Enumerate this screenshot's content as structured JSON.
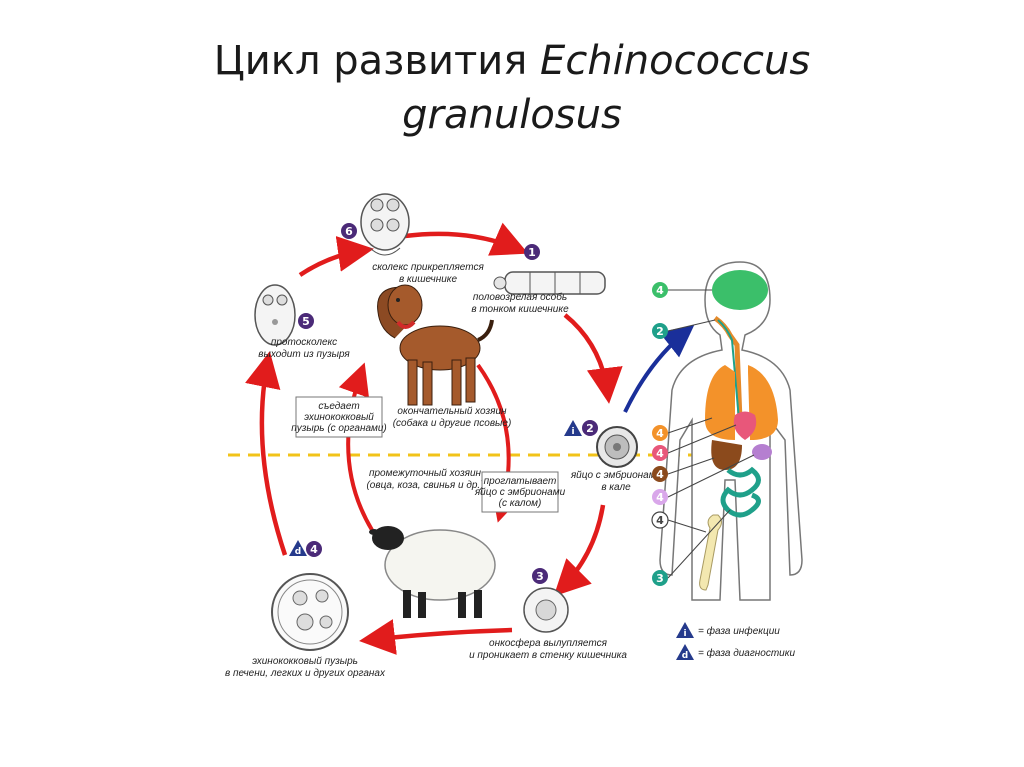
{
  "title": {
    "part1": "Цикл развития ",
    "part2": "Echinococcus",
    "part3": "granulosus"
  },
  "steps": {
    "s1_num": "1",
    "s1_l1": "половозрелая особь",
    "s1_l2": "в тонком кишечнике",
    "s2_num": "2",
    "s2_l1": "яйцо с эмбрионами",
    "s2_l2": "в кале",
    "s3_num": "3",
    "s3_l1": "онкосфера вылупляется",
    "s3_l2": "и проникает в стенку кишечника",
    "s4_num": "4",
    "s4_l1": "эхинококковый пузырь",
    "s4_l2": "в печени, легких и других органах",
    "s5_num": "5",
    "s5_l1": "протосколекс",
    "s5_l2": "выходит из пузыря",
    "s6_num": "6",
    "s6_l1": "сколекс прикрепляется",
    "s6_l2": "в кишечнике"
  },
  "hosts": {
    "final_l1": "окончательный хозяин",
    "final_l2": "(собака и другие псовые)",
    "inter_l1": "промежуточный хозяин",
    "inter_l2": "(овца, коза, свинья и др.)"
  },
  "boxes": {
    "eats_l1": "съедает",
    "eats_l2": "эхинококковый",
    "eats_l3": "пузырь (с органами)",
    "swallows_l1": "проглатывает",
    "swallows_l2": "яйцо с эмбрионами",
    "swallows_l3": "(с калом)"
  },
  "badges": {
    "infection": "i",
    "diagnostic": "d"
  },
  "body_markers": {
    "brain": "4",
    "esophagus": "2",
    "lung": "4",
    "liver": "4",
    "spleen": "4",
    "kidney": "4",
    "bone": "4",
    "intestine": "3"
  },
  "legend": {
    "infection_label": "= фаза инфекции",
    "diagnostic_label": "= фаза диагностики"
  },
  "colors": {
    "arrow_red": "#e11c1c",
    "arrow_blue": "#1a2f9a",
    "dashed_line": "#f2c318",
    "marker_purple": "#4b2a78",
    "badge_blue": "#253a8c",
    "brain": "#3bbf6a",
    "lung": "#f3922a",
    "liver": "#8b4a1c",
    "intestine": "#1fa08a",
    "organ_pink": "#e8577a",
    "bone": "#f3e8b0",
    "kidney": "#b57fd0"
  }
}
